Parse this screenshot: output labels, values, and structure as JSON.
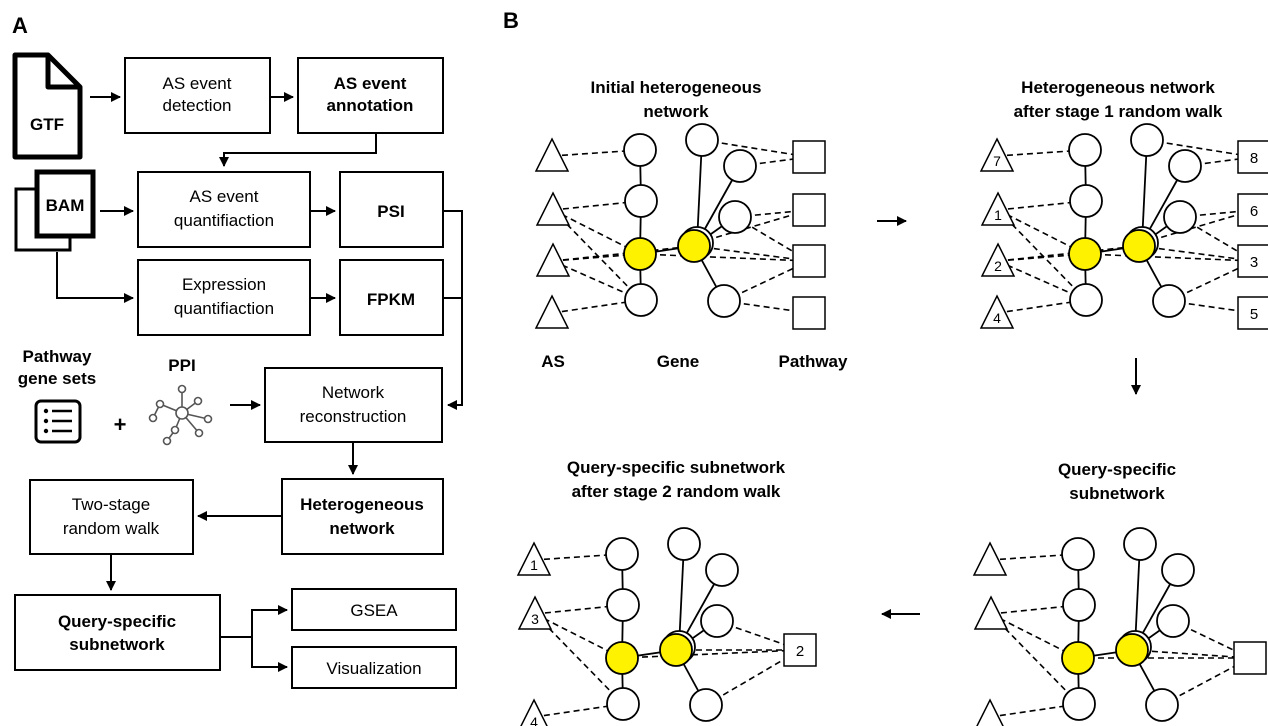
{
  "panel_a": {
    "label": "A",
    "gtf": "GTF",
    "bam": "BAM",
    "as_detect_1": "AS event",
    "as_detect_2": "detection",
    "as_annot_1": "AS event",
    "as_annot_2": "annotation",
    "as_quant_1": "AS event",
    "as_quant_2": "quantifiaction",
    "psi": "PSI",
    "expr_quant_1": "Expression",
    "expr_quant_2": "quantifiaction",
    "fpkm": "FPKM",
    "pathway_1": "Pathway",
    "pathway_2": "gene sets",
    "plus": "+",
    "ppi": "PPI",
    "netrecon_1": "Network",
    "netrecon_2": "reconstruction",
    "hetnet_1": "Heterogeneous",
    "hetnet_2": "network",
    "twostage_1": "Two-stage",
    "twostage_2": "random walk",
    "qsub_1": "Query-specific",
    "qsub_2": "subnetwork",
    "gsea": "GSEA",
    "visualization": "Visualization"
  },
  "panel_b": {
    "label": "B",
    "n1_title_1": "Initial heterogeneous",
    "n1_title_2": "network",
    "n2_title_1": "Heterogeneous network",
    "n2_title_2": "after stage 1 random walk",
    "n3_title_1": "Query-specific subnetwork",
    "n3_title_2": "after stage 2 random walk",
    "n4_title_1": "Query-specific",
    "n4_title_2": "subnetwork",
    "legend_as": "AS",
    "legend_gene": "Gene",
    "legend_pathway": "Pathway",
    "n2_as_ranks": [
      "7",
      "1",
      "2",
      "4"
    ],
    "n2_pathway_ranks": [
      "8",
      "6",
      "3",
      "5"
    ],
    "n3_as_ranks": [
      "1",
      "3",
      "4"
    ],
    "n3_pathway_ranks": [
      "2"
    ],
    "highlight_color": "#FFF200"
  }
}
